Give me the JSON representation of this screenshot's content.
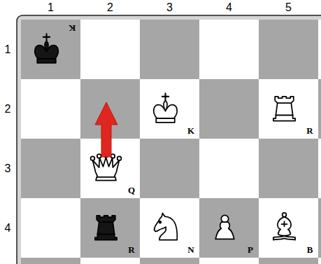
{
  "diagram": {
    "labels": [
      "1",
      "2",
      "3",
      "4",
      "5",
      "1",
      "K",
      "2",
      "K",
      "R",
      "3",
      "Q",
      "4",
      "R",
      "N",
      "P",
      "B"
    ]
  }
}
